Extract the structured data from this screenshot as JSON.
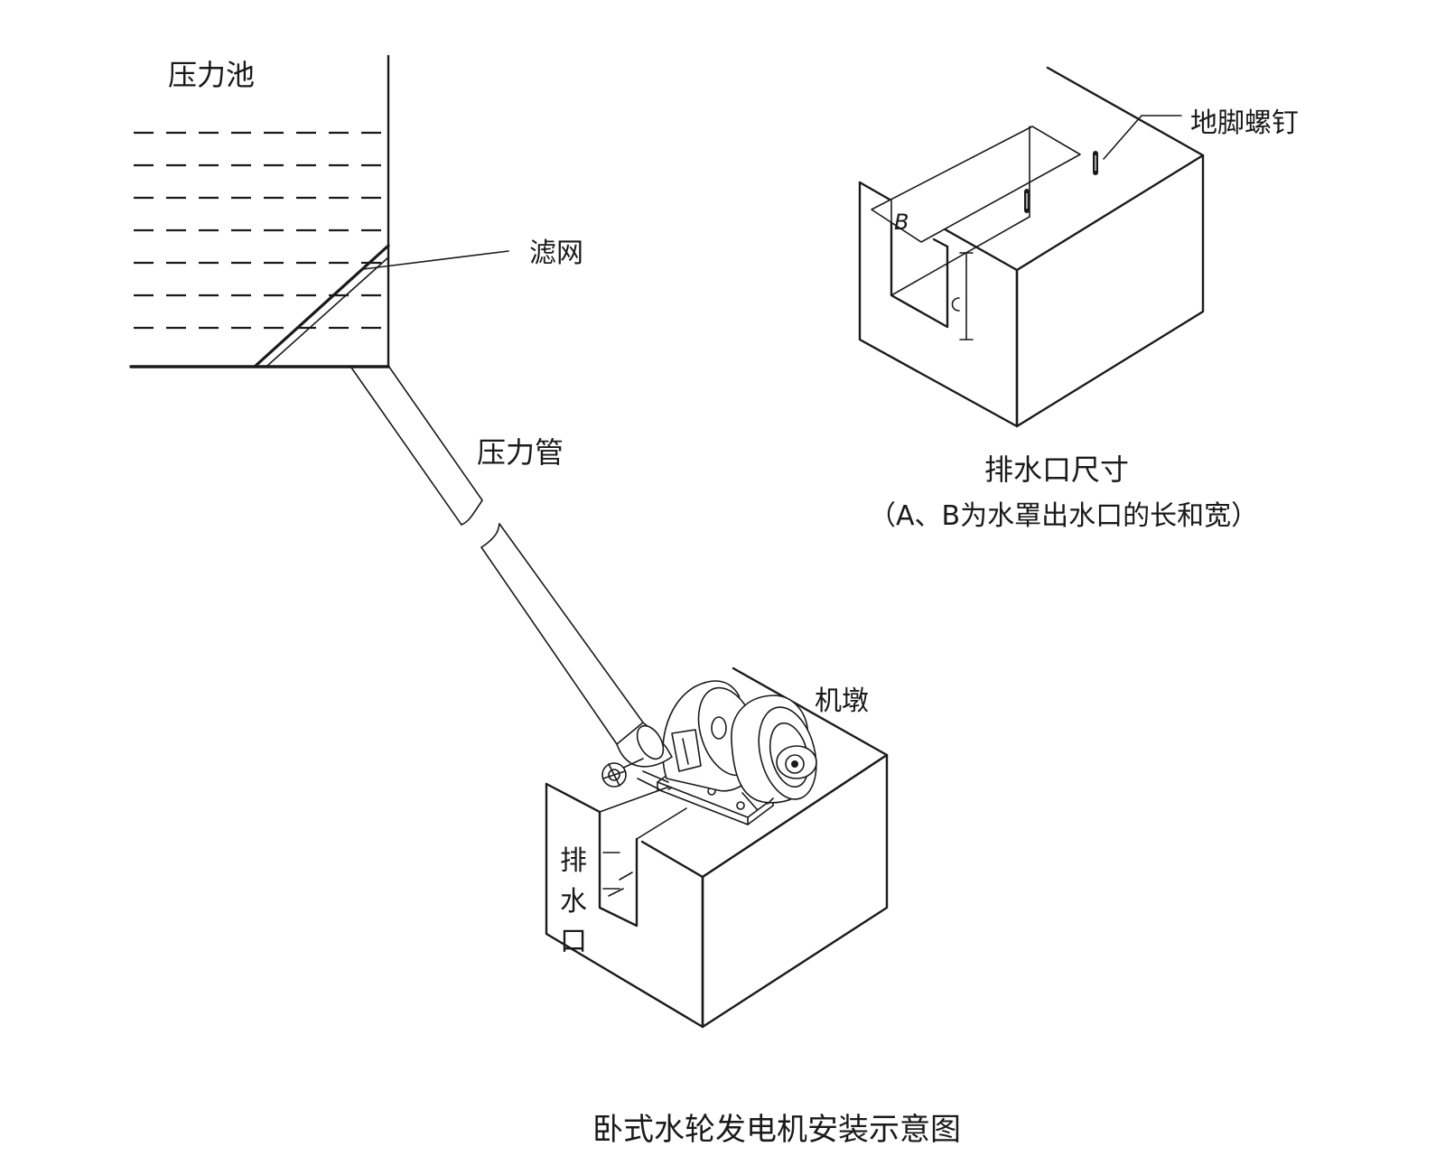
{
  "labels": {
    "pressure_pool": "压力池",
    "filter_screen": "滤网",
    "penstock": "压力管",
    "anchor_bolt": "地脚螺钉",
    "machine_pier": "机墩",
    "outlet_vertical": [
      "排",
      "水",
      "口"
    ],
    "dim_b": "B"
  },
  "detail": {
    "title": "排水口尺寸",
    "note": "（A、B为水罩出水口的长和宽）"
  },
  "caption": "卧式水轮发电机安装示意图"
}
